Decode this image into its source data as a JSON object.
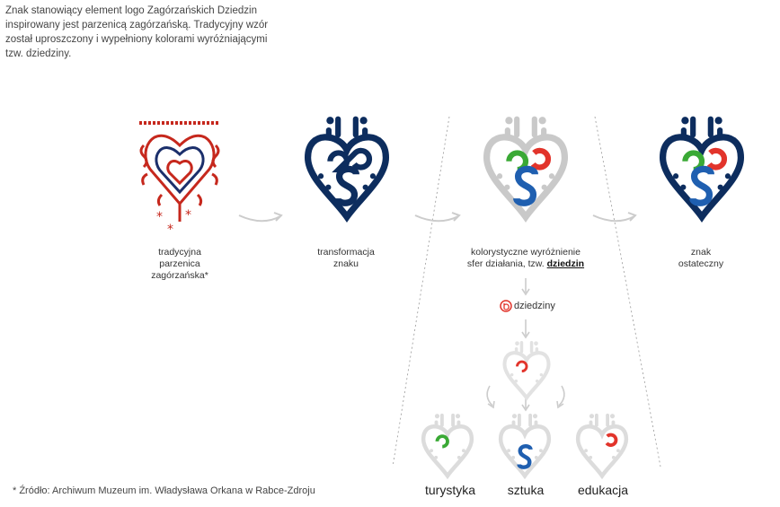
{
  "intro": {
    "line1": "Znak stanowiący element logo Zagórzańskich Dziedzin",
    "line2": "inspirowany jest parzenicą zagórzańską. Tradycyjny wzór",
    "line3": "został uproszczony i wypełniony kolorami wyróżniającymi",
    "line4": "tzw. dziedziny."
  },
  "stages": [
    {
      "line1": "tradycyjna",
      "line2": "parzenica",
      "line3": "zagórzańska*"
    },
    {
      "line1": "transformacja",
      "line2": "znaku"
    },
    {
      "line1": "kolorystyczne wyróżnienie",
      "line2_prefix": "sfer działania, tzw.",
      "line2_bold": "dziedzin"
    },
    {
      "line1": "znak",
      "line2": "ostateczny"
    }
  ],
  "dziedziny_label": "dziedziny",
  "categories": [
    "turystyka",
    "sztuka",
    "edukacja"
  ],
  "source_note": "* Źródło: Archiwum Muzeum im. Władysława Orkana w Rabce-Zdroju",
  "colors": {
    "navy": "#0d2d5e",
    "blue": "#1f5fb0",
    "green": "#3aa935",
    "red": "#e2342b",
    "grey": "#c9c9c9",
    "parzenica_red": "#c6281d",
    "parzenica_blue": "#1b2f6b"
  }
}
